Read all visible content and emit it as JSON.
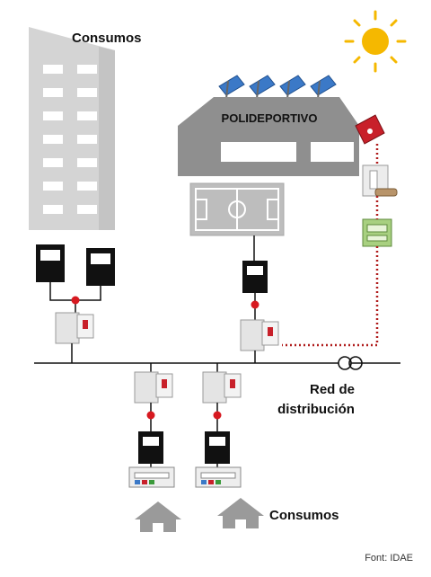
{
  "labels": {
    "building_consumption": "Consumos",
    "sports_centre": "POLIDEPORTIVO",
    "grid_line1": "Red de",
    "grid_line2": "distribución",
    "homes_consumption": "Consumos",
    "source": "Font: IDAE"
  },
  "colors": {
    "building": "#d4d4d4",
    "building_shade": "#bdbdbd",
    "sports_centre": "#8f8f8f",
    "solar_panel": "#3b79c7",
    "sun": "#f5b800",
    "meter": "#111111",
    "junction_dot": "#d71920",
    "pv_link_dotted": "#b01c1c",
    "inverter": "#c8202a",
    "house": "#9a9a9a"
  }
}
